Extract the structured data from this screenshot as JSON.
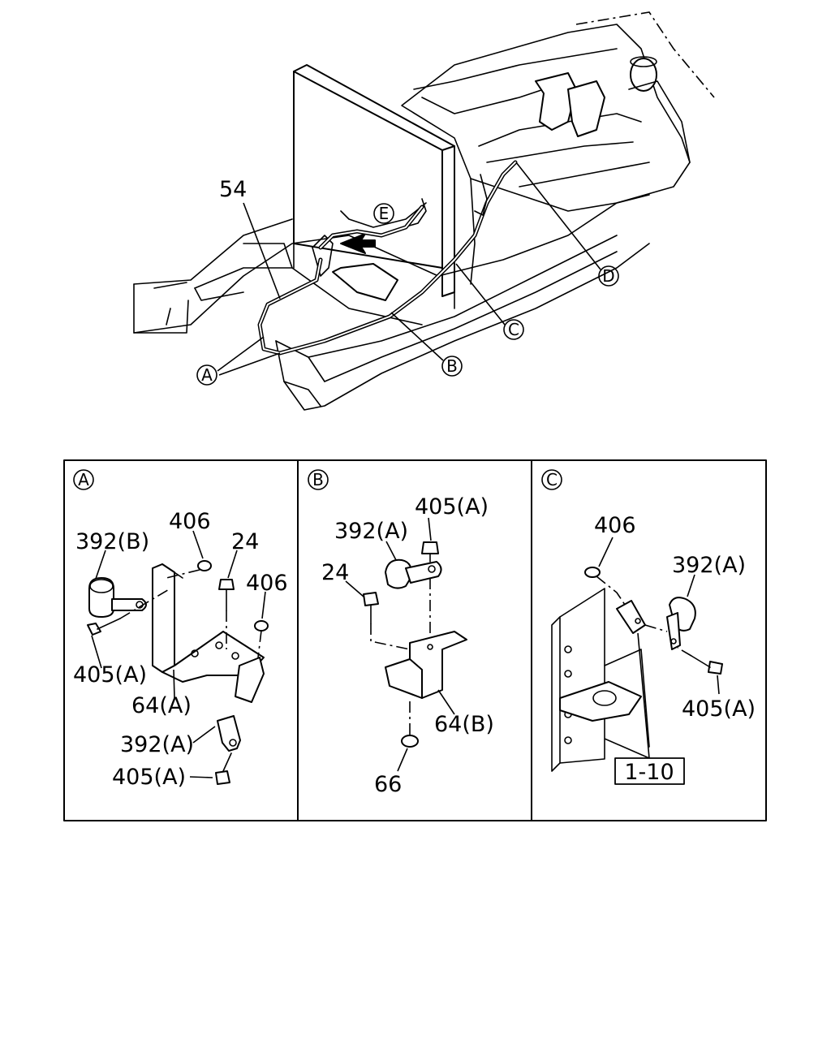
{
  "overview": {
    "part_label": "54",
    "callouts": [
      "A",
      "B",
      "C",
      "D",
      "E"
    ]
  },
  "detail_a": {
    "letter": "A",
    "labels": [
      "392(B)",
      "406",
      "24",
      "406",
      "405(A)",
      "64(A)",
      "392(A)",
      "405(A)"
    ]
  },
  "detail_b": {
    "letter": "B",
    "labels": [
      "405(A)",
      "392(A)",
      "24",
      "64(B)",
      "66"
    ]
  },
  "detail_c": {
    "letter": "C",
    "labels": [
      "406",
      "392(A)",
      "405(A)"
    ],
    "ref_box": "1-10"
  }
}
